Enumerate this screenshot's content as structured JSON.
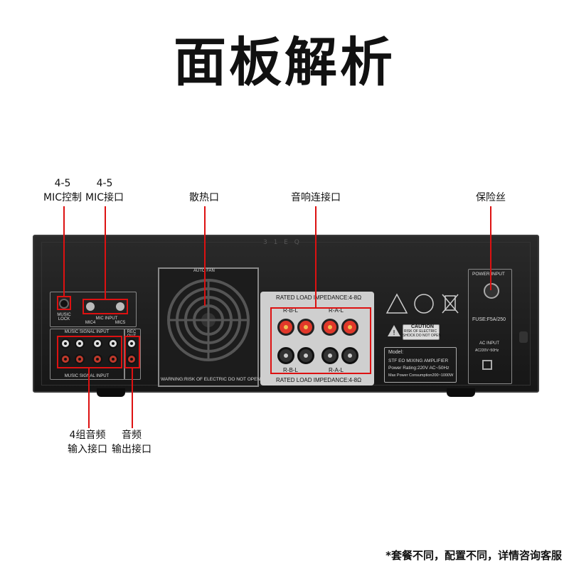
{
  "title": "面板解析",
  "callouts": {
    "mic_control": "4-5\nMIC控制",
    "mic_port": "4-5\nMIC接口",
    "fan": "散热口",
    "speaker": "音响连接口",
    "fuse": "保险丝",
    "audio_in": "4组音频\n输入接口",
    "audio_out": "音频\n输出接口"
  },
  "device": {
    "brand": "3 1 E Q",
    "music_lock": "MUSIC\nLOCK",
    "mic_input": "MIC  INPUT",
    "mic4": "MIC4",
    "mic5": "MIC5",
    "music_signal_input": "MUSIC SIGNAL INPUT",
    "rec_out": "REC OUT",
    "music_signal_input_bottom": "MUSIC  SIGNAL  INPUT",
    "auto_fan": "AUTO FAN",
    "warning": "WARNING:RISK OF ELECTRIC DO NOT OPEN",
    "impedance_top": "RATED LOAD IMPEDANCE:4-8Ω",
    "impedance_bottom": "RATED LOAD IMPEDANCE:4-8Ω",
    "rbl": "R-B-L",
    "ral": "R-A-L",
    "caution": "CAUTION",
    "caution_sub": "RISK OF ELECTRIC\nSHOCK DO NOT OPEN",
    "model": "Model:",
    "model_name": "STF EO MIXING AMPLIFIER",
    "power_rating": "Power Rating:220V AC~50Hz",
    "max_power": "Max Power Consumption200~1000W",
    "power_input": "POWER INPUT",
    "fuse_rating": "FUSE:F5A/250",
    "ac_input": "AC INPUT",
    "ac_spec": "AC220V~50Hz"
  },
  "footer": "*套餐不同，配置不同，详情咨询客服"
}
